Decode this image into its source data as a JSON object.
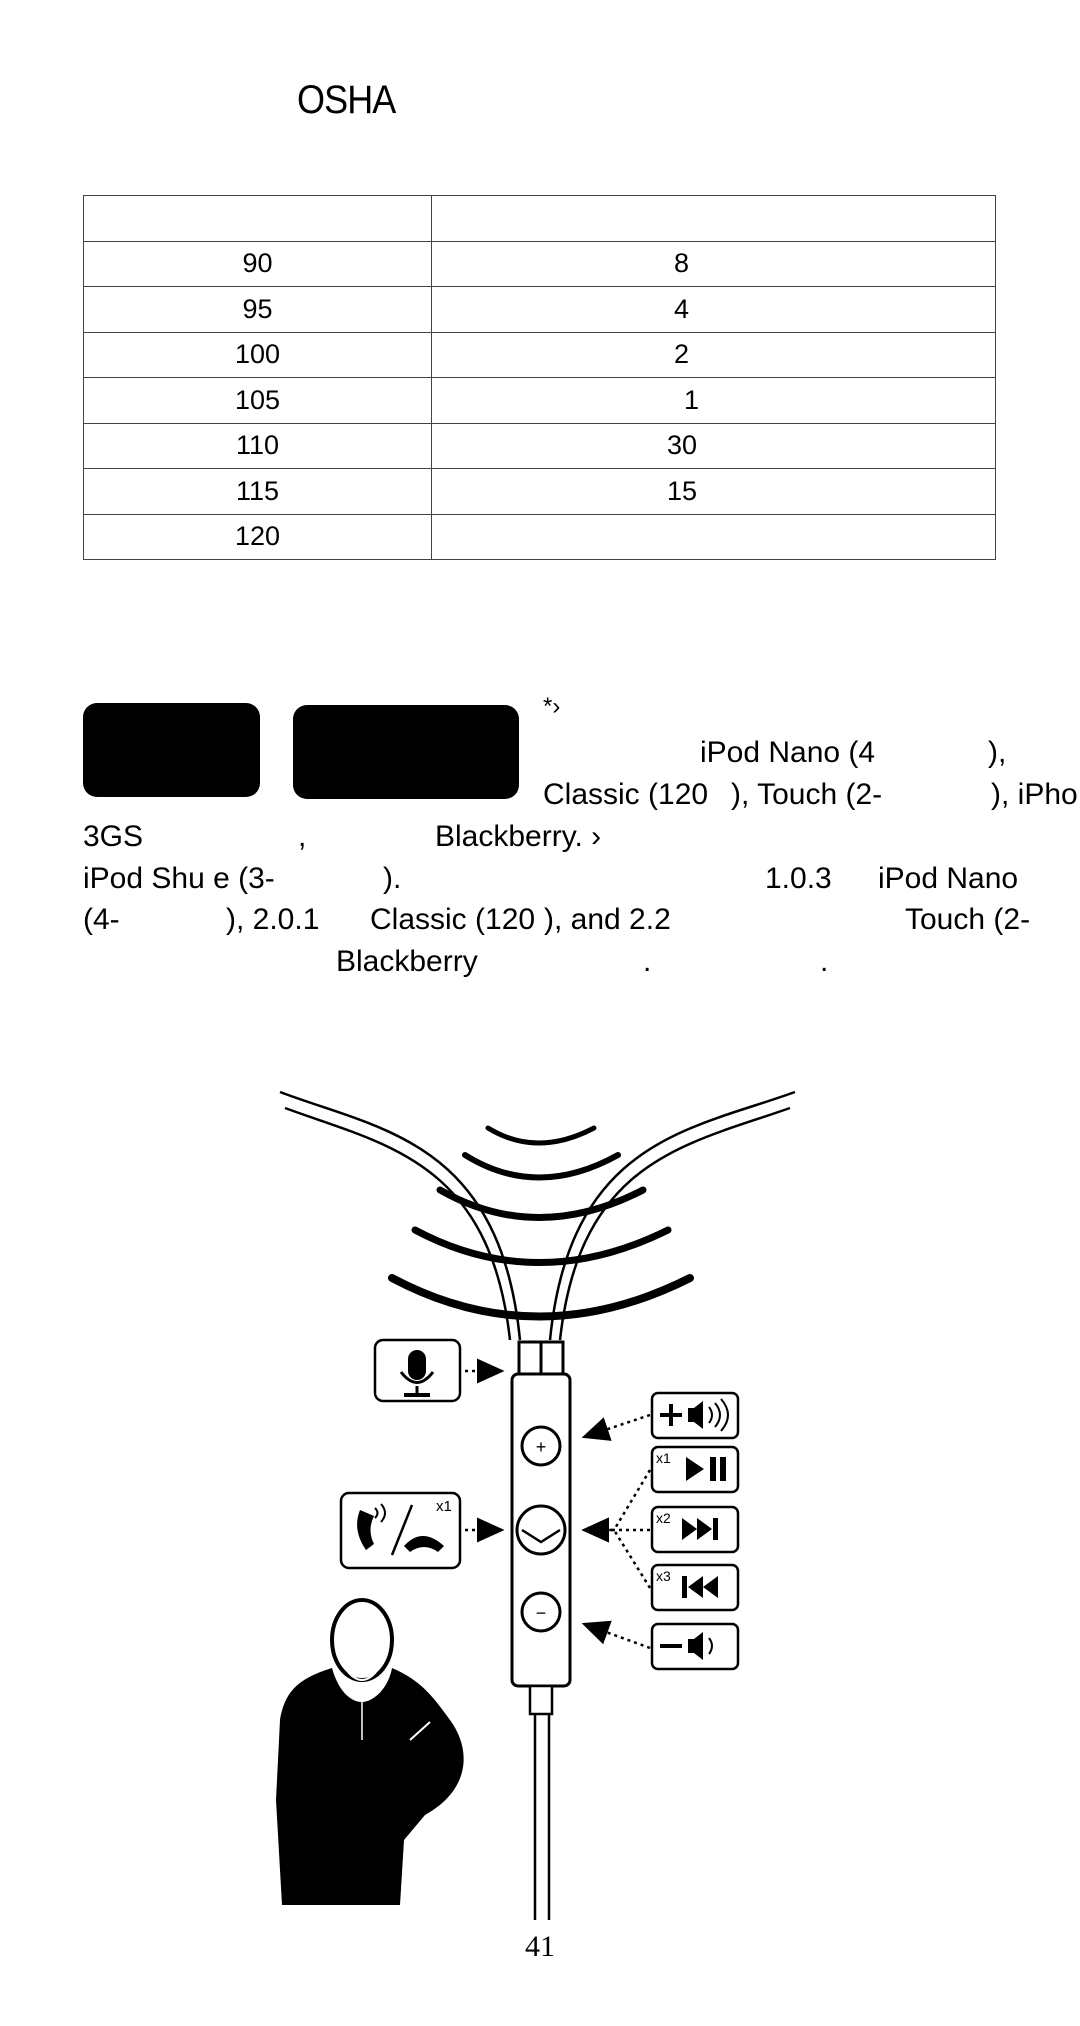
{
  "header": {
    "title": "OSHA"
  },
  "osha_table": {
    "header_row": [
      "",
      ""
    ],
    "rows": [
      {
        "level": "90",
        "duration": "8"
      },
      {
        "level": "95",
        "duration": "4"
      },
      {
        "level": "100",
        "duration": "2"
      },
      {
        "level": "105",
        "duration": "1"
      },
      {
        "level": "110",
        "duration": "30"
      },
      {
        "level": "115",
        "duration": "15"
      },
      {
        "level": "120",
        "duration": ""
      }
    ]
  },
  "compat_text": {
    "mark": "*›",
    "l1": "iPod Nano (4",
    "l1b": "),",
    "l2a": "Classic (120",
    "l2b": "), Touch (2-",
    "l2c": "), iPho",
    "l3a": "3GS",
    "l3b": ",",
    "l3c": "Blackberry. ›",
    "l4a": "iPod Shu e (3-",
    "l4b": ").",
    "l4c": "1.0.3",
    "l4d": "iPod Nano",
    "l5a": "(4-",
    "l5b": "), 2.0.1",
    "l5c": "Classic (120",
    "l5d": "), and 2.2",
    "l5e": "Touch (2-",
    "l6a": "Blackberry",
    "l6b": ".",
    "l6c": "."
  },
  "diagram": {
    "icons": [
      "microphone-icon",
      "phone-call-icon",
      "volume-up-icon",
      "play-pause-icon",
      "next-track-icon",
      "previous-track-icon",
      "volume-down-icon"
    ],
    "labels": {
      "call_count": "x1",
      "x1": "x1",
      "x2": "x2",
      "x3": "x3",
      "plus": "+",
      "minus": "−"
    }
  },
  "footer": {
    "page_number": "41"
  }
}
